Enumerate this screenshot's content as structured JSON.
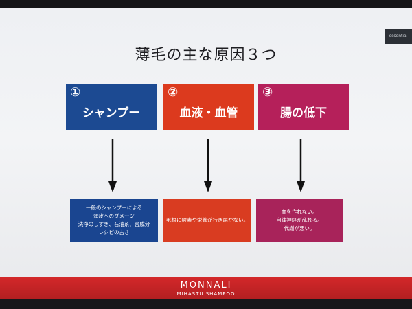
{
  "slide": {
    "corner_tag": "essential",
    "title": "薄毛の主な原因３つ",
    "causes": [
      {
        "number": "①",
        "label": "シャンプー",
        "color": "#1c4a92"
      },
      {
        "number": "②",
        "label": "血液・血管",
        "color": "#dc3a1e"
      },
      {
        "number": "③",
        "label": "腸の低下",
        "color": "#b5205a"
      }
    ],
    "details": [
      {
        "lines": [
          "一般のシャンプーによる",
          "頭皮へのダメージ",
          "洗浄のしすぎ、石油系、合成分",
          "レシピの古さ"
        ],
        "color": "#1a4590"
      },
      {
        "lines": [
          "毛根に酸素や栄養が行き届かない。"
        ],
        "color": "#d93c21"
      },
      {
        "lines": [
          "血を作れない。",
          "自律神経が乱れる。",
          "代謝が悪い。"
        ],
        "color": "#a8235a"
      }
    ],
    "footer": {
      "brand": "MONNALI",
      "subtitle": "MIHASTU SHAMPOO",
      "color": "#c8242a"
    }
  }
}
